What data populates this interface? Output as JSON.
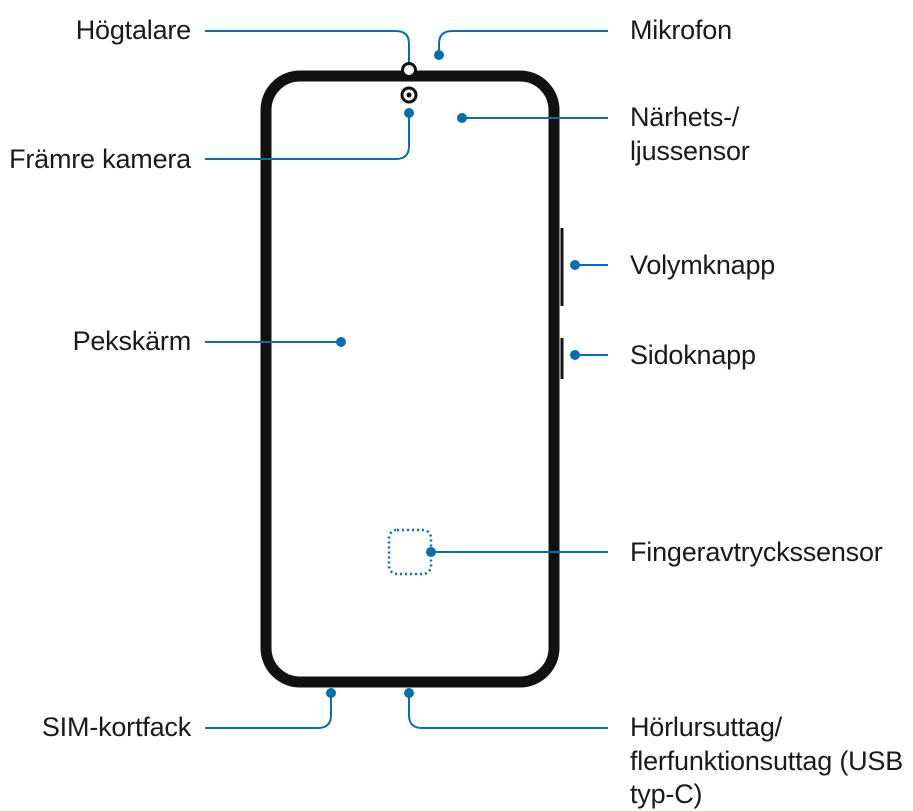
{
  "labels": {
    "speaker": "Högtalare",
    "front_camera": "Främre kamera",
    "touchscreen": "Pekskärm",
    "sim_tray": "SIM-kortfack",
    "microphone": "Mikrofon",
    "proximity_sensor_line1": "Närhets-/",
    "proximity_sensor_line2": "ljussensor",
    "volume_key": "Volymknapp",
    "side_key": "Sidoknapp",
    "fingerprint_sensor": "Fingeravtryckssensor",
    "earphone_jack_line1": "Hörlursuttag/",
    "earphone_jack_line2": "flerfunktionsuttag (USB",
    "earphone_jack_line3": "typ-C)"
  },
  "colors": {
    "callout": "#0a6ead",
    "device_outline": "#111111",
    "text": "#1a1a1a"
  }
}
